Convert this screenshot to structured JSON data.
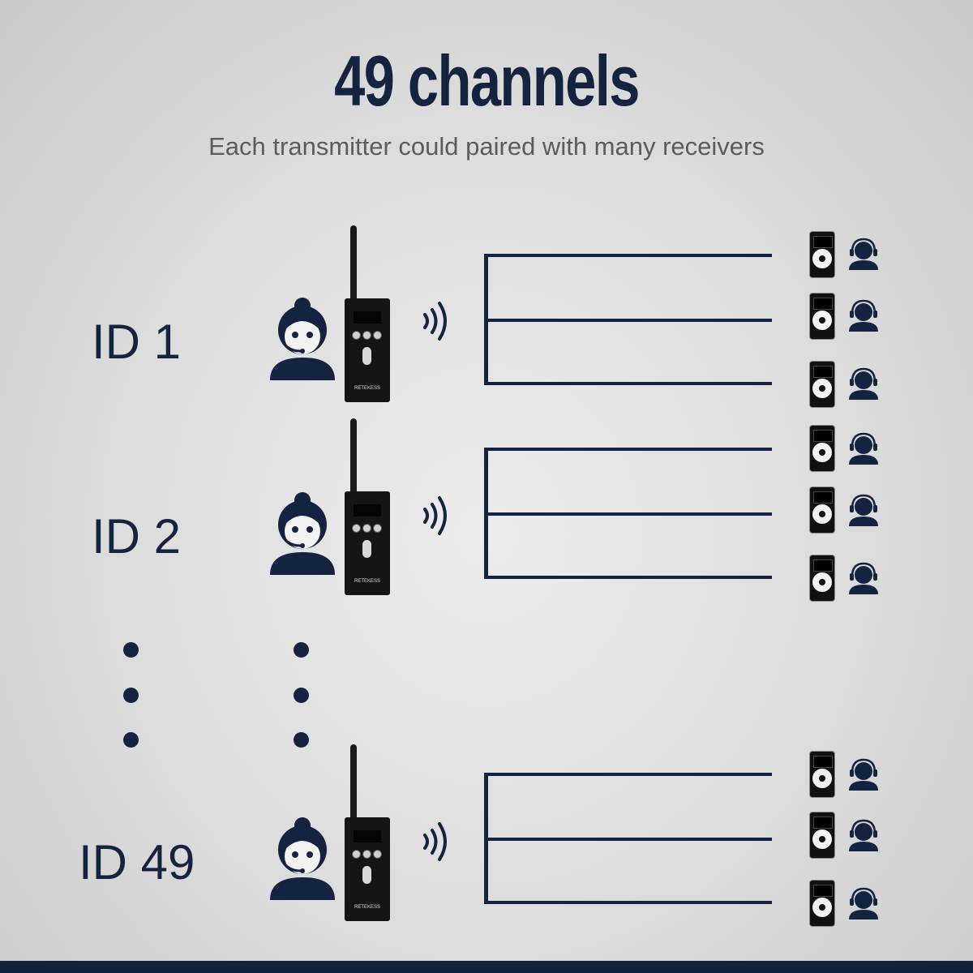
{
  "header": {
    "title": "49 channels",
    "subtitle": "Each transmitter could paired with many receivers"
  },
  "colors": {
    "primary": "#14233f",
    "subtitle": "#5c5c5c",
    "background": "#dcdcdc"
  },
  "groups": [
    {
      "id_label": "ID 1",
      "transmitter_brand": "RETEKESS",
      "receivers": 3
    },
    {
      "id_label": "ID 2",
      "transmitter_brand": "RETEKESS",
      "receivers": 3
    },
    {
      "id_label": "ID 49",
      "transmitter_brand": "RETEKESS",
      "receivers": 3
    }
  ],
  "ellipsis": {
    "columns": 2,
    "dots_per_column": 3
  },
  "icons": {
    "speaker": "person-with-headset-icon",
    "transmitter": "transmitter-device-icon",
    "signal": "wireless-signal-icon",
    "receiver": "receiver-device-icon",
    "listener": "person-with-headphones-icon"
  }
}
